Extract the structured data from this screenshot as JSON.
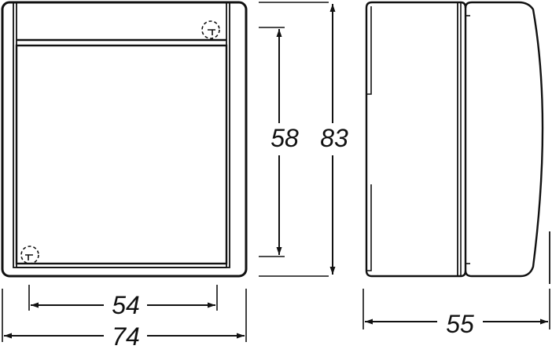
{
  "dimensions": {
    "front_height_inner": "58",
    "front_height_total": "83",
    "front_width_inner": "54",
    "front_width_total": "74",
    "side_depth": "55"
  },
  "units": ""
}
